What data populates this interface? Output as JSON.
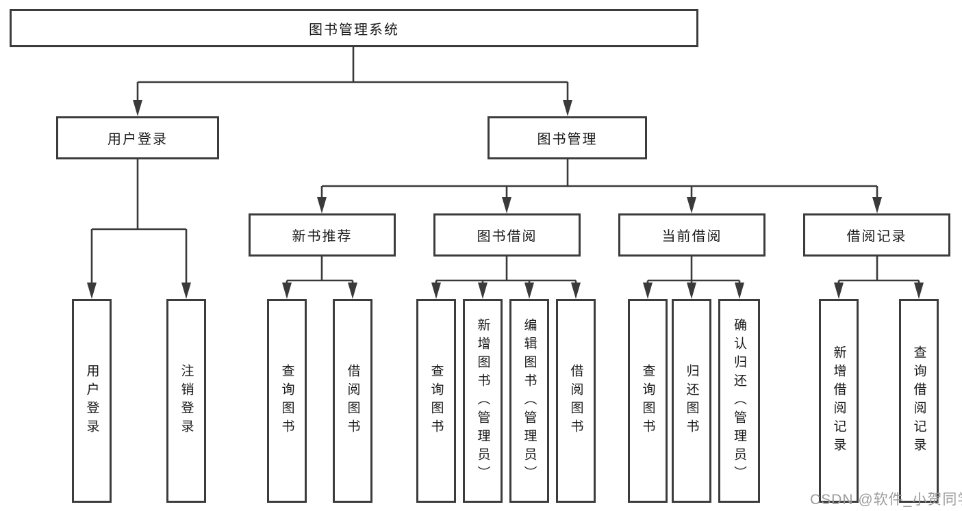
{
  "diagram": {
    "title": "图书管理系统",
    "root": {
      "label": "图书管理系统"
    },
    "level2": {
      "user_login": {
        "label": "用户登录"
      },
      "book_management": {
        "label": "图书管理"
      }
    },
    "level3": {
      "new_book_recommend": {
        "label": "新书推荐"
      },
      "book_borrow": {
        "label": "图书借阅"
      },
      "current_borrow": {
        "label": "当前借阅"
      },
      "borrow_records": {
        "label": "借阅记录"
      }
    },
    "leaves": {
      "user_login": [
        "用户登录",
        "注销登录"
      ],
      "new_book_recommend": [
        "查询图书",
        "借阅图书"
      ],
      "book_borrow": [
        "查询图书",
        "新增图书（管理员）",
        "编辑图书（管理员）",
        "借阅图书"
      ],
      "current_borrow": [
        "查询图书",
        "归还图书",
        "确认归还（管理员）"
      ],
      "borrow_records": [
        "新增借阅记录",
        "查询借阅记录"
      ]
    }
  },
  "watermark": {
    "text": "CSDN @软件_小贺同学"
  },
  "colors": {
    "line": "#3a3a3a",
    "box_border": "#3c3c3c",
    "text": "#1a1a1a",
    "watermark": "#9b9b9b",
    "background": "#ffffff"
  }
}
